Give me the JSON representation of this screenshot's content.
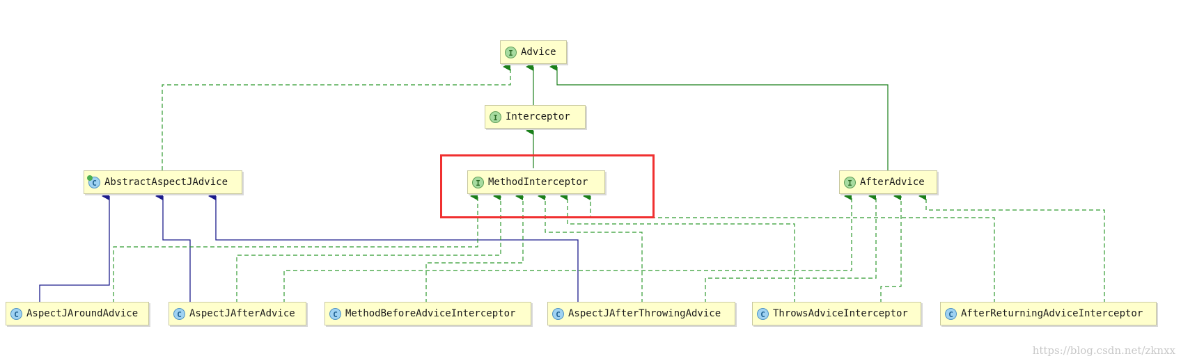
{
  "nodes": {
    "advice": {
      "label": "Advice",
      "badge": "I",
      "kind": "interface"
    },
    "interceptor": {
      "label": "Interceptor",
      "badge": "I",
      "kind": "interface"
    },
    "method_interceptor": {
      "label": "MethodInterceptor",
      "badge": "I",
      "kind": "interface"
    },
    "abstract_aspectj_advice": {
      "label": "AbstractAspectJAdvice",
      "badge": "C",
      "kind": "abstract-class"
    },
    "after_advice": {
      "label": "AfterAdvice",
      "badge": "I",
      "kind": "interface"
    },
    "aspectj_around_advice": {
      "label": "AspectJAroundAdvice",
      "badge": "C",
      "kind": "class"
    },
    "aspectj_after_advice": {
      "label": "AspectJAfterAdvice",
      "badge": "C",
      "kind": "class"
    },
    "method_before_advice_interceptor": {
      "label": "MethodBeforeAdviceInterceptor",
      "badge": "C",
      "kind": "class"
    },
    "aspectj_after_throwing_advice": {
      "label": "AspectJAfterThrowingAdvice",
      "badge": "C",
      "kind": "class"
    },
    "throws_advice_interceptor": {
      "label": "ThrowsAdviceInterceptor",
      "badge": "C",
      "kind": "class"
    },
    "after_returning_advice_interceptor": {
      "label": "AfterReturningAdviceInterceptor",
      "badge": "C",
      "kind": "class"
    }
  },
  "edges": [
    {
      "from": "interceptor",
      "to": "advice",
      "type": "extends"
    },
    {
      "from": "method_interceptor",
      "to": "interceptor",
      "type": "extends"
    },
    {
      "from": "after_advice",
      "to": "advice",
      "type": "extends"
    },
    {
      "from": "abstract_aspectj_advice",
      "to": "advice",
      "type": "implements"
    },
    {
      "from": "aspectj_around_advice",
      "to": "abstract_aspectj_advice",
      "type": "class-extends"
    },
    {
      "from": "aspectj_after_advice",
      "to": "abstract_aspectj_advice",
      "type": "class-extends"
    },
    {
      "from": "aspectj_after_throwing_advice",
      "to": "abstract_aspectj_advice",
      "type": "class-extends"
    },
    {
      "from": "aspectj_around_advice",
      "to": "method_interceptor",
      "type": "implements"
    },
    {
      "from": "aspectj_after_advice",
      "to": "method_interceptor",
      "type": "implements"
    },
    {
      "from": "method_before_advice_interceptor",
      "to": "method_interceptor",
      "type": "implements"
    },
    {
      "from": "aspectj_after_throwing_advice",
      "to": "method_interceptor",
      "type": "implements"
    },
    {
      "from": "throws_advice_interceptor",
      "to": "method_interceptor",
      "type": "implements"
    },
    {
      "from": "after_returning_advice_interceptor",
      "to": "method_interceptor",
      "type": "implements"
    },
    {
      "from": "aspectj_after_advice",
      "to": "after_advice",
      "type": "implements"
    },
    {
      "from": "aspectj_after_throwing_advice",
      "to": "after_advice",
      "type": "implements"
    },
    {
      "from": "throws_advice_interceptor",
      "to": "after_advice",
      "type": "implements"
    },
    {
      "from": "after_returning_advice_interceptor",
      "to": "after_advice",
      "type": "implements"
    }
  ],
  "highlight_target": "method_interceptor",
  "colors": {
    "extends": "#1a7f1a",
    "implements": "#2f9a2f",
    "class_extends": "#1c1c8c",
    "highlight": "#f03030",
    "node_fill": "#ffffcc"
  },
  "watermark": "https://blog.csdn.net/zknxx"
}
